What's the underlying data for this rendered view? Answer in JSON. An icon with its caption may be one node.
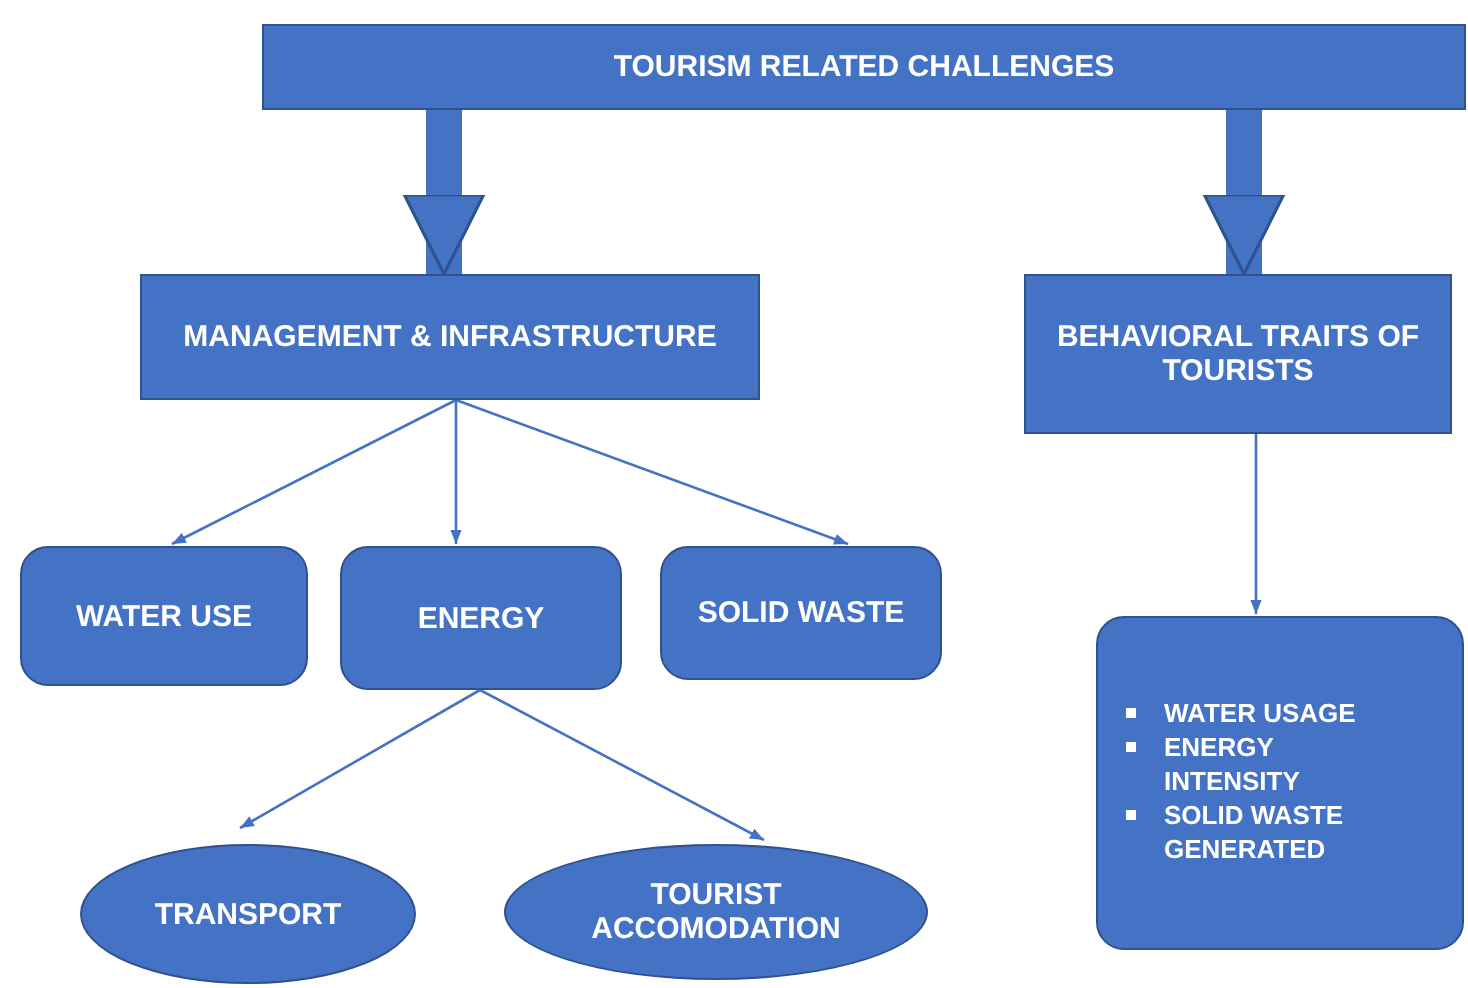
{
  "diagram": {
    "nodes": [
      {
        "text": [
          "TOURISM RELATED  CHALLENGES"
        ]
      },
      {
        "text": [
          "MANAGEMENT & INFRASTRUCTURE"
        ]
      },
      {
        "text": [
          "BEHAVIORAL TRAITS OF TOURISTS"
        ]
      },
      {
        "text": [
          "WATER USE"
        ]
      },
      {
        "text": [
          "ENERGY"
        ]
      },
      {
        "text": [
          "SOLID WASTE"
        ]
      },
      {
        "text": [
          "WATER USAGE",
          "ENERGY INTENSITY",
          "SOLID WASTE GENERATED"
        ]
      },
      {
        "text": [
          "TRANSPORT"
        ]
      },
      {
        "text": [
          "TOURIST ACCOMODATION"
        ]
      }
    ],
    "edges": [
      {
        "from": 0,
        "to": 1,
        "arrow": "to",
        "style": "thick"
      },
      {
        "from": 0,
        "to": 2,
        "arrow": "to",
        "style": "thick"
      },
      {
        "from": 1,
        "to": 3,
        "arrow": "to"
      },
      {
        "from": 1,
        "to": 4,
        "arrow": "to"
      },
      {
        "from": 1,
        "to": 5,
        "arrow": "to"
      },
      {
        "from": 4,
        "to": 7,
        "arrow": "to"
      },
      {
        "from": 4,
        "to": 8,
        "arrow": "to"
      },
      {
        "from": 2,
        "to": 6,
        "arrow": "to"
      }
    ]
  }
}
